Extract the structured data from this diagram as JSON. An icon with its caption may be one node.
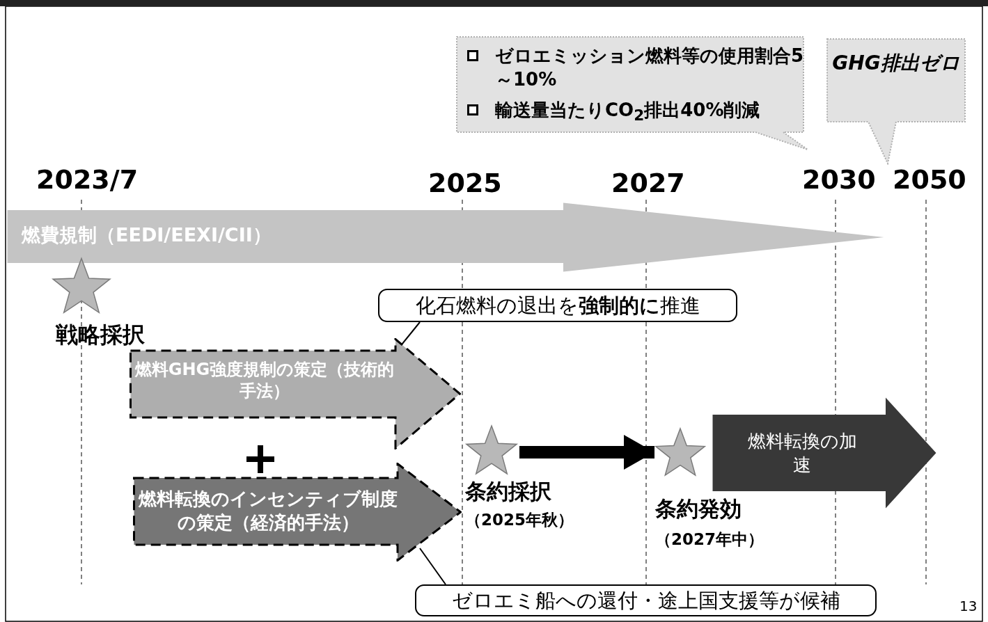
{
  "diagram": {
    "nodes": [
      {
        "text": [
          "ゼロエミッション燃料等の使用割合5～10%",
          "輸送量当たりCO$_{2}$排出40%削減"
        ]
      },
      {
        "text": [
          "GHG排出ゼロ"
        ]
      },
      {
        "text": [
          "燃費規制（EEDI/EEXI/CII）"
        ]
      },
      {
        "text": [],
        "shape": "star",
        "beside": [
          "戦略採択"
        ]
      },
      {
        "text": [
          "化石燃料の退出を**強制的に**推進"
        ]
      },
      {
        "text": [
          "燃料GHG強度規制の策定（技術的手法）"
        ]
      },
      {
        "text": [
          "燃料転換のインセンティブ制度の策定（経済的手法）"
        ]
      },
      {
        "text": [],
        "shape": "star",
        "beside": [
          "条約採択",
          "（2025年秋）"
        ]
      },
      {
        "text": [],
        "shape": "star",
        "beside": [
          "条約発効",
          "（2027年中）"
        ]
      },
      {
        "text": [
          "燃料転換の加速"
        ]
      },
      {
        "text": [
          "ゼロエミ船への還付・途上国支援等が候補"
        ]
      }
    ],
    "edges": [
      {
        "from": 4,
        "to": 5,
        "arrow": "none"
      },
      {
        "from": 7,
        "to": 8,
        "arrow": "to",
        "style": "thick"
      },
      {
        "from": 10,
        "to": 6,
        "arrow": "none"
      }
    ],
    "labels": [
      "2023/7",
      "2025",
      "2027",
      "2030",
      "2050",
      "13"
    ]
  }
}
